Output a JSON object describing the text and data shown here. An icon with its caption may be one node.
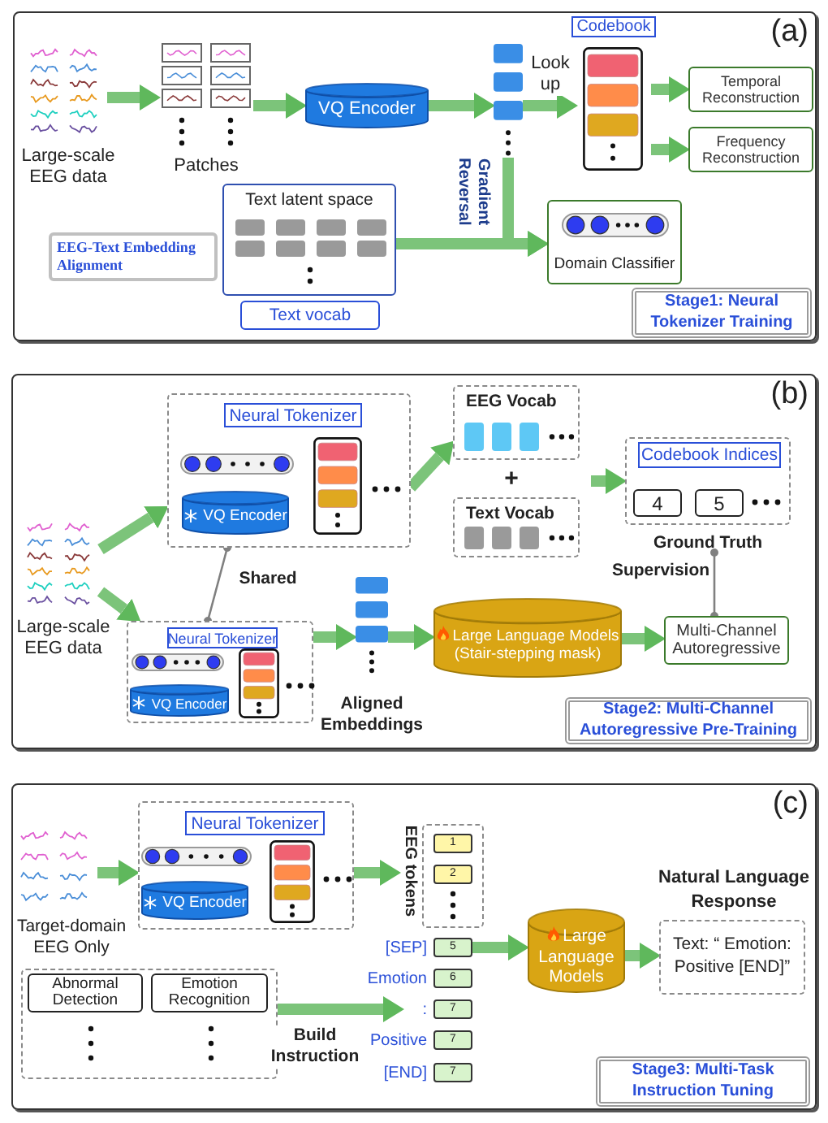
{
  "diagram": {
    "nodes": [
      {
        "text": [
          "(a)"
        ]
      },
      {
        "text": [
          "Large-scale EEG data"
        ],
        "in": 0
      },
      {
        "text": [
          "Patches"
        ],
        "in": 0
      },
      {
        "text": [
          "VQ Encoder"
        ],
        "in": 0
      },
      {
        "text": [],
        "shape": "box",
        "in": 0
      },
      {
        "text": [
          "Codebook"
        ],
        "in": 0
      },
      {
        "text": [
          "Temporal Reconstruction"
        ],
        "in": 0
      },
      {
        "text": [
          "Frequency Reconstruction"
        ],
        "in": 0
      },
      {
        "text": [
          "Text latent space"
        ],
        "in": 0
      },
      {
        "text": [
          "Text vocab"
        ],
        "in": 0
      },
      {
        "text": [
          "EEG-Text Embedding Alignment"
        ],
        "in": 0
      },
      {
        "text": [
          "Domain Classifier"
        ],
        "in": 0
      },
      {
        "text": [
          "Stage1: Neural Tokenizer Training"
        ],
        "in": 0
      },
      {
        "text": [
          "(b)"
        ]
      },
      {
        "text": [],
        "shape": "box",
        "in": 13
      },
      {
        "text": [
          "VQ Encoder"
        ],
        "in": 14
      },
      {
        "text": [
          "Large-scale EEG data"
        ],
        "in": 13
      },
      {
        "text": [
          "EEG Vocab"
        ],
        "in": 13
      },
      {
        "text": [
          "Text Vocab"
        ],
        "in": 13
      },
      {
        "text": [
          "Ground Truth"
        ],
        "in": 13
      },
      {
        "text": [
          "4"
        ],
        "in": 19
      },
      {
        "text": [
          "5"
        ],
        "in": 19
      },
      {
        "text": [],
        "shape": "box",
        "in": 13
      },
      {
        "text": [
          "VQ Encoder"
        ],
        "in": 22
      },
      {
        "text": [
          "Aligned Embeddings"
        ],
        "in": 13
      },
      {
        "text": [
          "Large Language Models",
          "(Stair-stepping mask)"
        ],
        "in": 13
      },
      {
        "text": [
          "Multi-Channel Autoregressive"
        ],
        "in": 13
      },
      {
        "text": [
          "Stage2: Multi-Channel Autoregressive Pre-Training"
        ],
        "in": 13
      },
      {
        "text": [
          "(c)"
        ]
      },
      {
        "text": [
          "Target-domain EEG Only"
        ],
        "in": 28
      },
      {
        "text": [],
        "shape": "box",
        "in": 28
      },
      {
        "text": [
          "VQ Encoder"
        ],
        "in": 30
      },
      {
        "text": [
          "EEG tokens"
        ],
        "in": 28
      },
      {
        "text": [
          "1"
        ],
        "in": 32
      },
      {
        "text": [
          "2"
        ],
        "in": 32
      },
      {
        "text": [
          "5"
        ],
        "beside": [
          "[SEP]"
        ],
        "in": 28
      },
      {
        "text": [
          "6"
        ],
        "beside": [
          "Emotion"
        ],
        "in": 28
      },
      {
        "text": [
          "7"
        ],
        "beside": [
          ":"
        ],
        "in": 28
      },
      {
        "text": [
          "7"
        ],
        "beside": [
          "Positive"
        ],
        "in": 28
      },
      {
        "text": [
          "7"
        ],
        "beside": [
          "[END]"
        ],
        "in": 28
      },
      {
        "text": [],
        "shape": "box",
        "in": 28
      },
      {
        "text": [
          "Abnormal Detection"
        ],
        "in": 40
      },
      {
        "text": [
          "Emotion Recognition"
        ],
        "in": 40
      },
      {
        "text": [
          "Large Language Models"
        ],
        "in": 28
      },
      {
        "text": [
          "Natural Language Response",
          "Text: “ Emotion: Positive [END]”"
        ],
        "in": 28
      },
      {
        "text": [
          "Stage3: Multi-Task Instruction Tuning"
        ],
        "in": 28
      },
      {
        "text": [
          "Codebook Indices"
        ],
        "in": 19
      },
      {
        "text": [
          "Neural Tokenizer"
        ],
        "in": 14
      },
      {
        "text": [
          "Neural Tokenizer"
        ],
        "in": 22
      },
      {
        "text": [
          "Neural Tokenizer"
        ],
        "in": 30
      }
    ],
    "edges": [
      {
        "from": 1,
        "to": 2,
        "arrow": "to"
      },
      {
        "from": 2,
        "to": 3,
        "arrow": "to"
      },
      {
        "from": 3,
        "to": 4,
        "arrow": "to"
      },
      {
        "from": 4,
        "to": 5,
        "arrow": "to",
        "label": "Look up"
      },
      {
        "from": 5,
        "to": 6,
        "arrow": "to"
      },
      {
        "from": 5,
        "to": 7,
        "arrow": "to"
      },
      {
        "from": 4,
        "to": 11,
        "arrow": "to",
        "label": "Gradient Reversal"
      },
      {
        "from": 8,
        "to": 11,
        "arrow": "to"
      },
      {
        "from": 16,
        "to": 14,
        "arrow": "to"
      },
      {
        "from": 16,
        "to": 22,
        "arrow": "to"
      },
      {
        "from": 14,
        "to": 17,
        "arrow": "to"
      },
      {
        "from": null,
        "to": 19,
        "arrow": "to"
      },
      {
        "from": 14,
        "to": 22,
        "arrow": "other",
        "label": "Shared",
        "color": "#808080"
      },
      {
        "from": 22,
        "to": 24,
        "arrow": "to"
      },
      {
        "from": 24,
        "to": 25,
        "arrow": "to"
      },
      {
        "from": 25,
        "to": 26,
        "arrow": "to"
      },
      {
        "from": 19,
        "to": 26,
        "arrow": "other",
        "label": "Supervision",
        "color": "#808080"
      },
      {
        "from": 29,
        "to": 30,
        "arrow": "to"
      },
      {
        "from": 30,
        "to": 32,
        "arrow": "to"
      },
      {
        "from": 40,
        "to": 37,
        "arrow": "to",
        "label": "Build Instruction"
      },
      {
        "from": 35,
        "to": 43,
        "arrow": "to"
      },
      {
        "from": 43,
        "to": 44,
        "arrow": "to"
      }
    ],
    "labels": [
      "+"
    ]
  }
}
